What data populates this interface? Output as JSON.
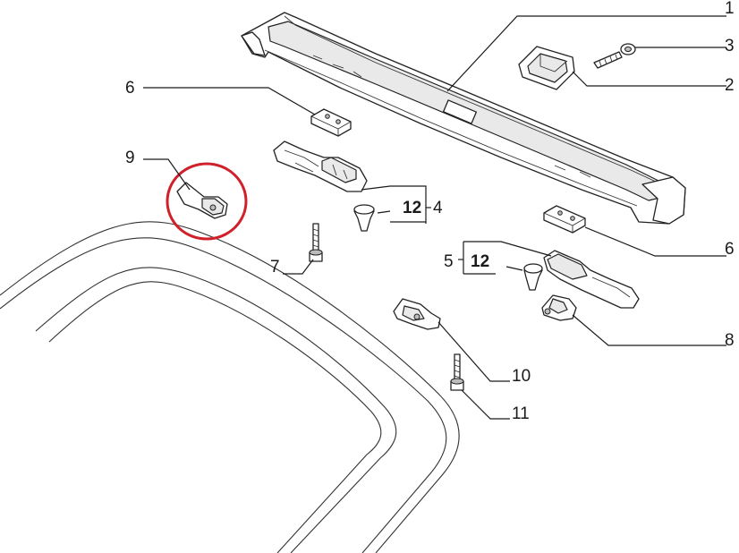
{
  "diagram": {
    "labels": {
      "l1": "1",
      "l2": "2",
      "l3": "3",
      "l4": "4",
      "l5": "5",
      "l6a": "6",
      "l6b": "6",
      "l7": "7",
      "l8": "8",
      "l9": "9",
      "l10": "10",
      "l11": "11",
      "l12a": "12",
      "l12b": "12"
    },
    "highlight": {
      "part": "9",
      "color": "#d0202a"
    },
    "colors": {
      "line": "#1a1a1a",
      "fill_grey": "#e9e9e9"
    }
  }
}
